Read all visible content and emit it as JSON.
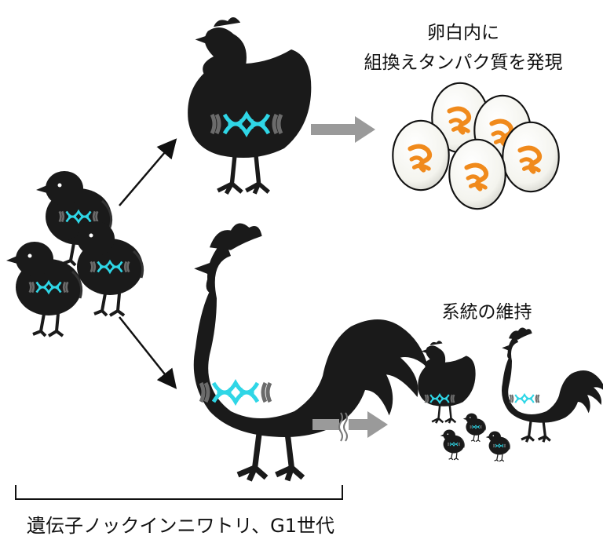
{
  "labels": {
    "egg_title_line1": "卵白内に",
    "egg_title_line2": "組換えタンパク質を発現",
    "line_maintenance": "系統の維持",
    "bottom_caption": "遺伝子ノックインニワトリ、G1世代"
  },
  "colors": {
    "silhouette": "#1a1a1a",
    "dna": "#2fd6e6",
    "dna_gray": "#6b6b6b",
    "arrow_gray": "#9a9a9a",
    "egg_fill": "#f7f7f2",
    "protein": "#f08a1c"
  },
  "icons": [
    "chick-icon",
    "hen-icon",
    "rooster-icon",
    "dna-icon",
    "egg-icon",
    "protein-icon",
    "wavy-break-icon"
  ]
}
